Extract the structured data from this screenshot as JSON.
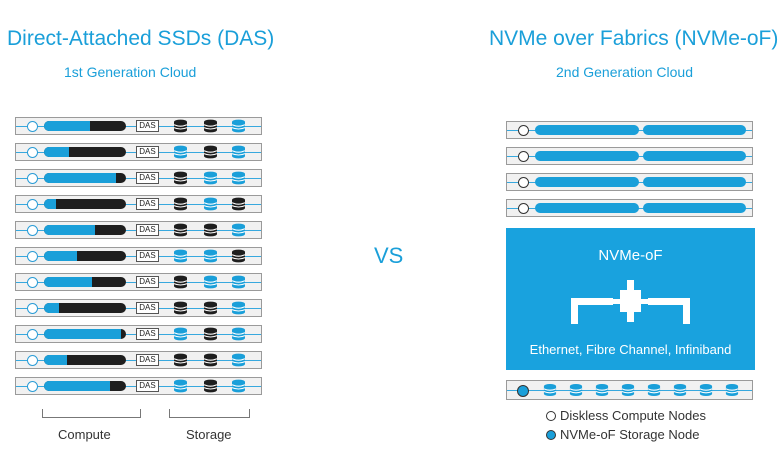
{
  "left": {
    "title": "Direct-Attached SSDs (DAS)",
    "subtitle": "1st Generation Cloud",
    "das_label": "DAS",
    "captions": {
      "compute": "Compute",
      "storage": "Storage"
    },
    "rows": [
      {
        "fill": 0.56,
        "disks": [
          "black",
          "black",
          "blue"
        ]
      },
      {
        "fill": 0.3,
        "disks": [
          "blue",
          "black",
          "blue"
        ]
      },
      {
        "fill": 0.88,
        "disks": [
          "black",
          "blue",
          "blue"
        ]
      },
      {
        "fill": 0.15,
        "disks": [
          "black",
          "blue",
          "black"
        ]
      },
      {
        "fill": 0.62,
        "disks": [
          "black",
          "black",
          "blue"
        ]
      },
      {
        "fill": 0.4,
        "disks": [
          "blue",
          "blue",
          "black"
        ]
      },
      {
        "fill": 0.58,
        "disks": [
          "black",
          "blue",
          "blue"
        ]
      },
      {
        "fill": 0.18,
        "disks": [
          "black",
          "black",
          "blue"
        ]
      },
      {
        "fill": 0.94,
        "disks": [
          "blue",
          "black",
          "blue"
        ]
      },
      {
        "fill": 0.28,
        "disks": [
          "black",
          "black",
          "blue"
        ]
      },
      {
        "fill": 0.8,
        "disks": [
          "blue",
          "black",
          "blue"
        ]
      }
    ]
  },
  "vs_label": "VS",
  "right": {
    "title": "NVMe over Fabrics (NVMe-oF)",
    "subtitle": "2nd Generation Cloud",
    "compute_rows": 4,
    "fabric_title": "NVMe-oF",
    "fabric_subtitle": "Ethernet, Fibre Channel, Infiniband",
    "storage_disks": 8,
    "legend": {
      "compute": "Diskless Compute Nodes",
      "storage": "NVMe-oF Storage Node"
    }
  },
  "colors": {
    "accent": "#1a9fd9",
    "dark": "#1e1e1e",
    "row_bg": "#f1f1f1"
  }
}
